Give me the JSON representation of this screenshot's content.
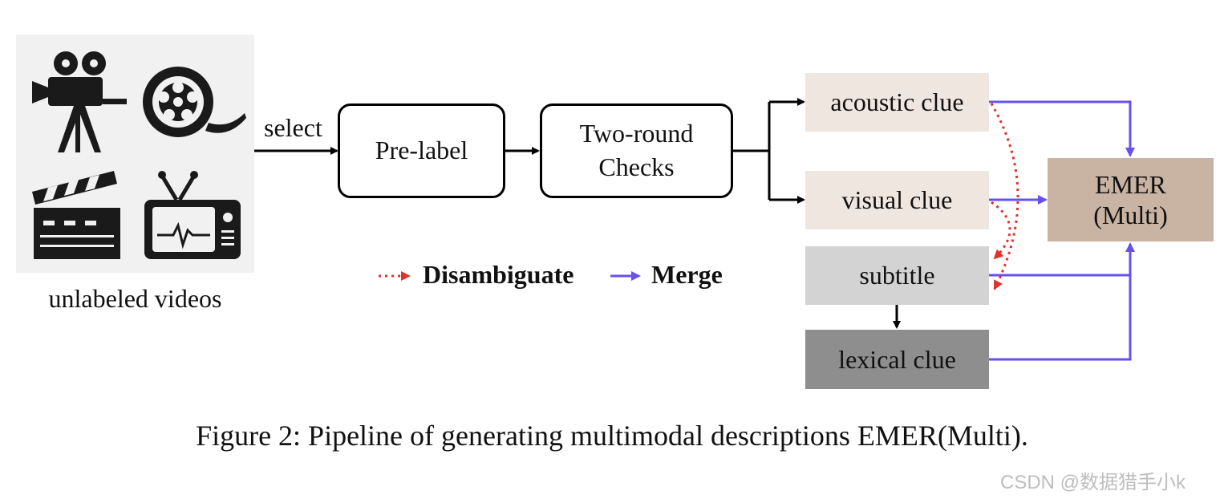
{
  "diagram": {
    "source_label": "unlabeled videos",
    "select_label": "select",
    "steps": [
      {
        "label": "Pre-label"
      },
      {
        "label_line1": "Two-round",
        "label_line2": "Checks"
      }
    ],
    "clues": {
      "acoustic": "acoustic clue",
      "visual": "visual clue",
      "subtitle": "subtitle",
      "lexical": "lexical clue"
    },
    "output": {
      "line1": "EMER",
      "line2": "(Multi)"
    },
    "legend": {
      "disambiguate": "Disambiguate",
      "merge": "Merge"
    },
    "icons": [
      "movie-camera-icon",
      "film-reel-icon",
      "clapperboard-icon",
      "tv-icon"
    ],
    "colors": {
      "merge": "#6650f0",
      "disambiguate": "#e0322a",
      "acoustic_bg": "#efe6e0",
      "visual_bg": "#efe6e0",
      "subtitle_bg": "#d3d3d3",
      "lexical_bg": "#8e8e8e",
      "output_bg": "#c9b3a3",
      "icon_panel_bg": "#f1f1f1"
    }
  },
  "caption": "Figure 2: Pipeline of generating multimodal descriptions EMER(Multi).",
  "watermark": "CSDN @数据猎手小k"
}
